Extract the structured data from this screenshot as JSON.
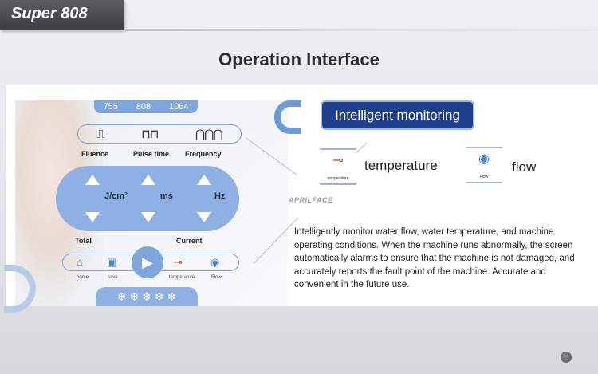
{
  "brand": "Super 808",
  "page_title": "Operation Interface",
  "device": {
    "wavelengths": [
      "755",
      "808",
      "1064"
    ],
    "waveform_icons": [
      "pulse-single-icon",
      "pulse-square-icon",
      "pulse-multi-icon"
    ],
    "params": [
      "Fluence",
      "Pulse time",
      "Frequency"
    ],
    "units": [
      "J/cm²",
      "ms",
      "Hz"
    ],
    "stats": [
      "Total",
      "Current"
    ],
    "nav": [
      {
        "icon": "home-icon",
        "label": "home"
      },
      {
        "icon": "save-icon",
        "label": "save"
      },
      {
        "icon": "thermometer-icon",
        "label": "temperature"
      },
      {
        "icon": "water-drop-icon",
        "label": "Flow"
      }
    ],
    "snowflakes": "❄ ❄ ❄ ❄ ❄"
  },
  "watermark": "APRILFACE",
  "monitoring": {
    "button_label": "Intelligent monitoring",
    "temperature_caption": "temperature",
    "temperature_label": "temperature",
    "flow_caption": "Flow",
    "flow_label": "flow"
  },
  "description": "Intelligently monitor water flow, water temperature, and machine operating conditions. When the machine runs abnormally, the screen automatically alarms to ensure that the machine is not damaged, and accurately reports the fault point of the machine. Accurate and convenient in the future use.",
  "colors": {
    "accent_dark": "#1f3f8c",
    "accent_light": "#8fb0e2",
    "brand_tab": "#3a3e43"
  }
}
